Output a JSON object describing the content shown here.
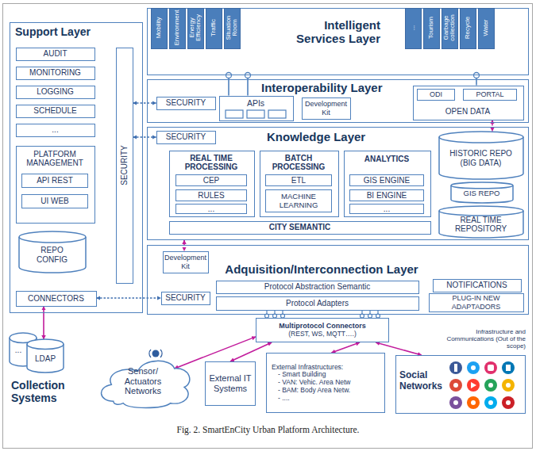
{
  "diagram": {
    "caption": "Fig. 2. SmartEnCity Urban Platform Architecture.",
    "nodes": [
      {
        "text": [
          "Support Layer"
        ]
      },
      {
        "text": [
          "AUDIT"
        ],
        "in": 0
      },
      {
        "text": [
          "MONITORING"
        ],
        "in": 0
      },
      {
        "text": [
          "LOGGING"
        ],
        "in": 0
      },
      {
        "text": [
          "SCHEDULE"
        ],
        "in": 0
      },
      {
        "text": [
          "..."
        ],
        "in": 0
      },
      {
        "text": [
          "PLATFORM MANAGEMENT"
        ],
        "in": 0
      },
      {
        "text": [
          "API REST"
        ],
        "in": 6
      },
      {
        "text": [
          "UI WEB"
        ],
        "in": 6
      },
      {
        "text": [
          "REPO CONFIG"
        ],
        "in": 0
      },
      {
        "text": [
          "SECURITY"
        ],
        "in": 0
      },
      {
        "text": [
          "CONNECTORS"
        ],
        "in": 0
      },
      {
        "text": [
          "..."
        ]
      },
      {
        "text": [
          "LDAP"
        ]
      },
      {
        "text": [
          "Intelligent Services Layer"
        ]
      },
      {
        "text": [
          "Mobility"
        ],
        "in": 14
      },
      {
        "text": [
          "Environment"
        ],
        "in": 14
      },
      {
        "text": [
          "Energy Efficiency"
        ],
        "in": 14
      },
      {
        "text": [
          "Traffic"
        ],
        "in": 14
      },
      {
        "text": [
          "Situation Room"
        ],
        "in": 14
      },
      {
        "text": [
          "..."
        ],
        "in": 14
      },
      {
        "text": [
          "Tourism"
        ],
        "in": 14
      },
      {
        "text": [
          "Garbage collection"
        ],
        "in": 14
      },
      {
        "text": [
          "Recycle"
        ],
        "in": 14
      },
      {
        "text": [
          "Water"
        ],
        "in": 14
      },
      {
        "text": [
          "Interoperability Layer"
        ]
      },
      {
        "text": [
          "SECURITY"
        ],
        "in": 25
      },
      {
        "text": [
          "APIs"
        ],
        "in": 25
      },
      {
        "text": [
          "Development Kit"
        ],
        "in": 25
      },
      {
        "text": [
          "OPEN DATA"
        ],
        "in": 25
      },
      {
        "text": [
          "ODI"
        ],
        "in": 29
      },
      {
        "text": [
          "PORTAL"
        ],
        "in": 29
      },
      {
        "text": [
          "Knowledge Layer"
        ]
      },
      {
        "text": [
          "SECURITY"
        ],
        "in": 32
      },
      {
        "text": [
          "REAL TIME PROCESSING"
        ],
        "in": 32
      },
      {
        "text": [
          "CEP"
        ],
        "in": 34
      },
      {
        "text": [
          "RULES"
        ],
        "in": 34
      },
      {
        "text": [
          "..."
        ],
        "in": 34
      },
      {
        "text": [
          "BATCH PROCESSING"
        ],
        "in": 32
      },
      {
        "text": [
          "ETL"
        ],
        "in": 38
      },
      {
        "text": [
          "MACHINE LEARNING"
        ],
        "in": 38
      },
      {
        "text": [
          "ANALYTICS"
        ],
        "in": 32
      },
      {
        "text": [
          "GIS ENGINE"
        ],
        "in": 41
      },
      {
        "text": [
          "BI ENGINE"
        ],
        "in": 41
      },
      {
        "text": [
          "..."
        ],
        "in": 41
      },
      {
        "text": [
          "CITY SEMANTIC"
        ],
        "in": 32
      },
      {
        "text": [
          "HISTORIC REPO (BIG DATA)"
        ],
        "in": 32
      },
      {
        "text": [
          "GIS REPO"
        ],
        "in": 32
      },
      {
        "text": [
          "REAL TIME REPOSITORY"
        ],
        "in": 32
      },
      {
        "text": [
          "Adquisition/Interconnection Layer"
        ]
      },
      {
        "text": [
          "Development Kit"
        ],
        "in": 49
      },
      {
        "text": [
          "SECURITY"
        ],
        "in": 49
      },
      {
        "text": [
          "Protocol Abstraction Semantic"
        ],
        "in": 49
      },
      {
        "text": [
          "Protocol Adapters"
        ],
        "in": 49
      },
      {
        "text": [
          "NOTIFICATIONS"
        ],
        "in": 49
      },
      {
        "text": [
          "PLUG-IN NEW ADAPTADORS"
        ],
        "in": 49
      },
      {
        "text": [
          "Multiprotocol Connectors",
          "(REST, WS, MQTT….)"
        ]
      },
      {
        "text": [
          "Sensor/ Actuators Networks"
        ]
      },
      {
        "text": [
          "External IT Systems"
        ]
      },
      {
        "text": [
          "External Infrastructures:",
          "- Smart Building",
          "- VAN: Vehic. Area Netw",
          "- BAM: Body Area Netw.",
          "- ...."
        ]
      },
      {
        "text": [
          "Social Networks"
        ]
      }
    ],
    "edges": [
      {
        "from": 10,
        "to": 26,
        "arrow": "both"
      },
      {
        "from": 10,
        "to": 33,
        "arrow": "both"
      },
      {
        "from": 11,
        "to": 51,
        "arrow": "both"
      },
      {
        "from": 11,
        "to": 13,
        "arrow": "both"
      },
      {
        "from": 29,
        "to": 46,
        "arrow": "both"
      },
      {
        "from": 32,
        "to": 50,
        "arrow": "both"
      },
      {
        "from": 56,
        "to": 57,
        "arrow": "both"
      },
      {
        "from": 56,
        "to": 58,
        "arrow": "both"
      },
      {
        "from": 56,
        "to": 59,
        "arrow": "both"
      },
      {
        "from": 56,
        "to": 60,
        "arrow": "both"
      },
      {
        "from": 27,
        "to": 14,
        "arrow": "none"
      },
      {
        "from": 27,
        "to": 14,
        "arrow": "none"
      },
      {
        "from": 29,
        "to": 14,
        "arrow": "none"
      }
    ],
    "labels": [
      "Collection Systems",
      "Infrastructure and Communications (Out of the scope)"
    ]
  }
}
